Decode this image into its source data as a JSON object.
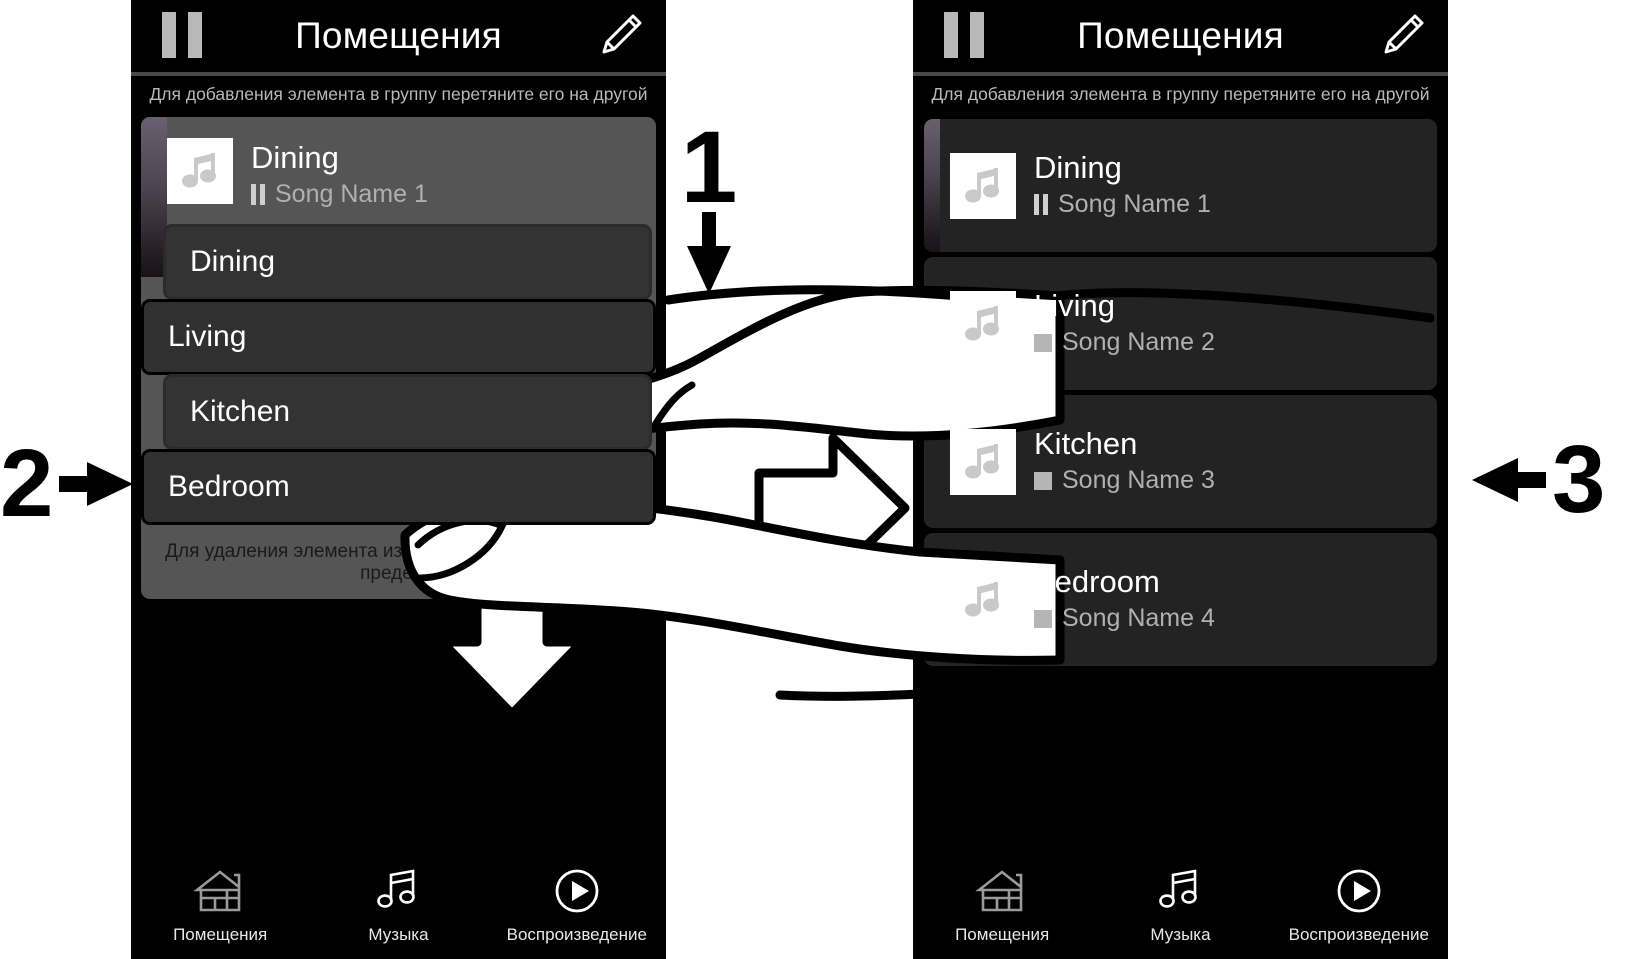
{
  "app": {
    "title": "Помещения",
    "top_hint": "Для добавления элемента в группу перетяните его на другой",
    "bottom_hint": "Для удаления элемента из группы перетяните его за пределы"
  },
  "icons": {
    "pause": "pause-icon",
    "edit": "pencil-icon",
    "album": "music-note-icon",
    "stop": "stop-icon",
    "home": "house-icon",
    "music": "music-note-icon",
    "play": "play-circle-icon",
    "arrow_up": "arrow-up-icon",
    "arrow_down": "arrow-down-icon",
    "arrow_right": "arrow-right-icon",
    "hand": "pinch-hand-icon"
  },
  "left_phone": {
    "group": {
      "header": {
        "name": "Dining",
        "status_icon": "pause",
        "song": "Song Name 1"
      },
      "rows": [
        {
          "label": "Dining",
          "indented": true
        },
        {
          "label": "Living",
          "indented": false
        },
        {
          "label": "Kitchen",
          "indented": true
        },
        {
          "label": "Bedroom",
          "indented": false
        }
      ]
    }
  },
  "right_phone": {
    "cards": [
      {
        "name": "Dining",
        "status_icon": "pause",
        "song": "Song Name 1"
      },
      {
        "name": "Living",
        "status_icon": "stop",
        "song": "Song Name 2"
      },
      {
        "name": "Kitchen",
        "status_icon": "stop",
        "song": "Song Name 3"
      },
      {
        "name": "Bedroom",
        "status_icon": "stop",
        "song": "Song Name 4"
      }
    ]
  },
  "tabbar": {
    "items": [
      {
        "label": "Помещения",
        "icon": "house-icon"
      },
      {
        "label": "Музыка",
        "icon": "music-note-icon"
      },
      {
        "label": "Воспроизведение",
        "icon": "play-circle-icon"
      }
    ]
  },
  "callouts": {
    "one": "1",
    "two": "2",
    "three": "3"
  },
  "colors": {
    "page_bg": "#ffffff",
    "screen_bg": "#000000",
    "group_bg": "#555555",
    "row_bg": "#303030",
    "card_bg": "#232323",
    "accent_purple": "#6a5f6e",
    "text_primary": "#ffffff",
    "text_secondary": "#b0b0b0"
  }
}
